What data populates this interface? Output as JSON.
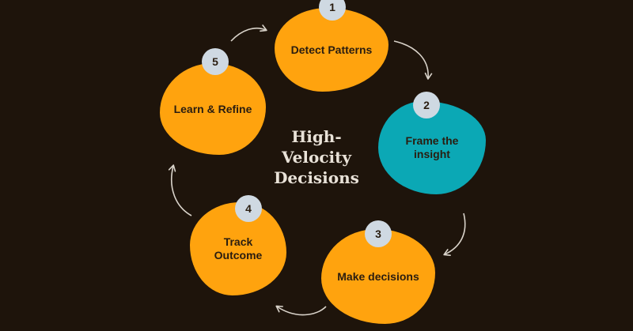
{
  "colors": {
    "background": "#1e140b",
    "orange": "#ffa30e",
    "teal": "#0ba8b5",
    "badge": "#cfd9e2",
    "text_dark": "#2a1d10",
    "title_text": "#e9e2d8",
    "arrow": "#d9d3ca"
  },
  "center_title": {
    "line1": "High-",
    "line2": "Velocity",
    "line3": "Decisions"
  },
  "steps": [
    {
      "number": "1",
      "label": "Detect Patterns",
      "color": "orange"
    },
    {
      "number": "2",
      "label": "Frame the insight",
      "color": "teal"
    },
    {
      "number": "3",
      "label": "Make decisions",
      "color": "orange"
    },
    {
      "number": "4",
      "label": "Track Outcome",
      "color": "orange"
    },
    {
      "number": "5",
      "label": "Learn & Refine",
      "color": "orange"
    }
  ]
}
